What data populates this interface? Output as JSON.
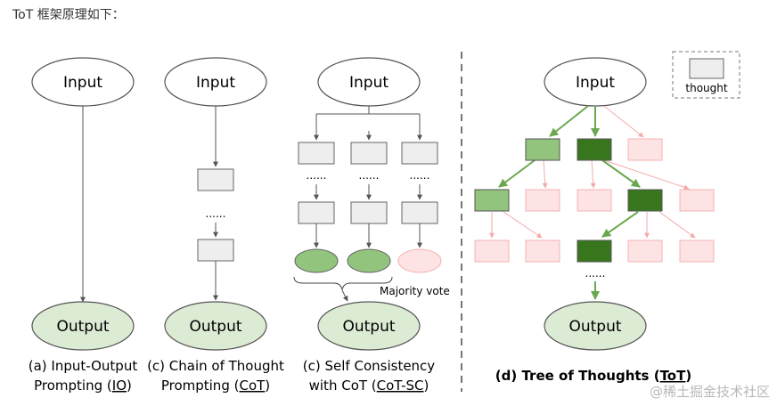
{
  "header": {
    "intro": "ToT 框架原理如下："
  },
  "colors": {
    "ellipse_fill": "#dcebd3",
    "box_fill": "#eeeeee",
    "green_light": "#93c47d",
    "green_dark": "#38761d",
    "pink_fill": "#fde3e3",
    "pink_stroke": "#f4b3b3",
    "arrow_pink": "#f4aaaa",
    "arrow_green": "#6aa84f"
  },
  "nodes": {
    "input": "Input",
    "output": "Output",
    "dots": "......"
  },
  "panels": {
    "io": {
      "line1": "(a) Input-Output",
      "line2_prefix": "Prompting (",
      "link": "IO",
      "line2_suffix": ")"
    },
    "cot": {
      "line1": "(c) Chain of Thought",
      "line2_prefix": "Prompting (",
      "link": "CoT",
      "line2_suffix": ")"
    },
    "cotsc": {
      "line1": "(c) Self Consistency",
      "line2_prefix": "with CoT (",
      "link": "CoT-SC",
      "line2_suffix": ")",
      "vote": "Majority vote"
    },
    "tot": {
      "prefix": "(d) Tree of Thoughts (",
      "link": "ToT",
      "suffix": ")"
    }
  },
  "legend": {
    "label": "thought"
  },
  "watermark": "@稀土掘金技术社区"
}
